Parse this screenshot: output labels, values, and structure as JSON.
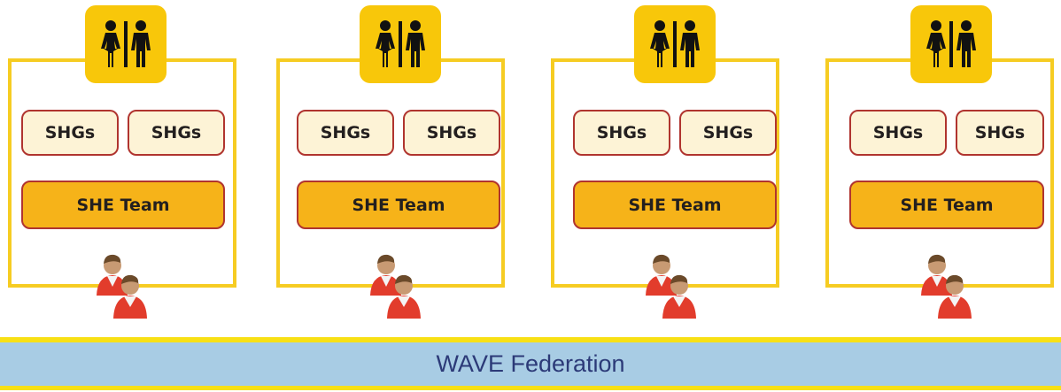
{
  "units": [
    {
      "shg_left": "SHGs",
      "shg_right": "SHGs",
      "team": "SHE Team",
      "toilet_icon": "toilet-icon",
      "people_icon": "people-icon"
    },
    {
      "shg_left": "SHGs",
      "shg_right": "SHGs",
      "team": "SHE Team",
      "toilet_icon": "toilet-icon",
      "people_icon": "people-icon"
    },
    {
      "shg_left": "SHGs",
      "shg_right": "SHGs",
      "team": "SHE Team",
      "toilet_icon": "toilet-icon",
      "people_icon": "people-icon"
    },
    {
      "shg_left": "SHGs",
      "shg_right": "SHGs",
      "team": "SHE Team",
      "toilet_icon": "toilet-icon",
      "people_icon": "people-icon"
    }
  ],
  "federation": {
    "label": "WAVE Federation"
  },
  "colors": {
    "box_border": "#f6cc22",
    "toilet_tile": "#f8c70a",
    "shg_fill": "#fdf3d6",
    "team_fill": "#f6b319",
    "item_border": "#b0342f",
    "federation_fill": "#a8cce4",
    "federation_text": "#2c3a78"
  }
}
